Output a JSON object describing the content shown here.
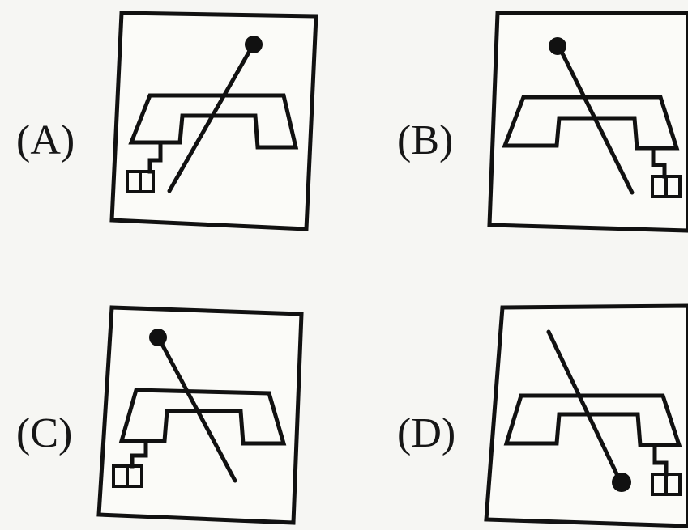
{
  "options": [
    {
      "id": "a",
      "label": "(A)"
    },
    {
      "id": "b",
      "label": "(B)"
    },
    {
      "id": "c",
      "label": "(C)"
    },
    {
      "id": "d",
      "label": "(D)"
    }
  ]
}
